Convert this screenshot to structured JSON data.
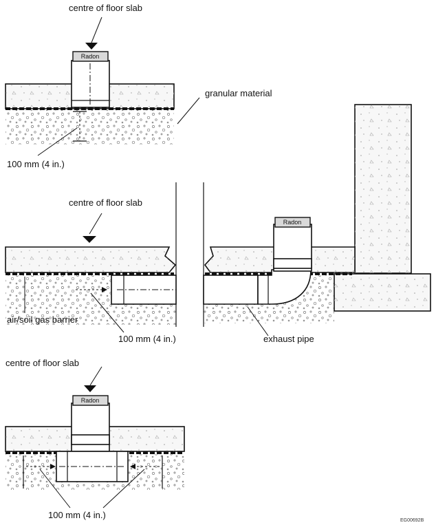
{
  "labels": {
    "centre_top": "centre of floor slab",
    "granular": "granular material",
    "dim_top": "100 mm (4 in.)",
    "centre_mid": "centre of floor slab",
    "air_barrier": "air/soil gas barrier",
    "dim_mid": "100 mm (4 in.)",
    "exhaust": "exhaust pipe",
    "centre_bottom": "centre of floor slab",
    "dim_bottom": "100 mm (4 in.)",
    "code": "EG00692B"
  },
  "pipe_tags": [
    "Radon",
    "Radon",
    "Radon"
  ]
}
